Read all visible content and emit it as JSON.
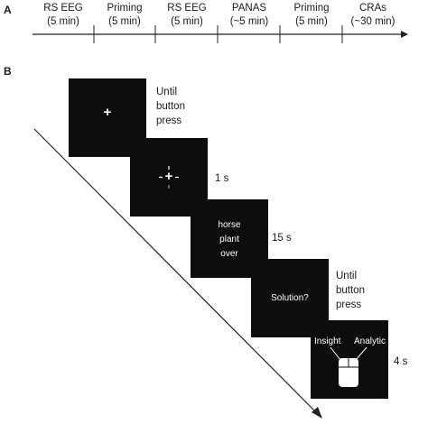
{
  "panel_a": {
    "label": "A",
    "segments": [
      {
        "line1": "RS EEG",
        "line2": "(5 min)"
      },
      {
        "line1": "Priming",
        "line2": "(5 min)"
      },
      {
        "line1": "RS EEG",
        "line2": "(5 min)"
      },
      {
        "line1": "PANAS",
        "line2": "(~5 min)"
      },
      {
        "line1": "Priming",
        "line2": "(5 min)"
      },
      {
        "line1": "CRAs",
        "line2": "(~30 min)"
      }
    ]
  },
  "panel_b": {
    "label": "B",
    "screens": [
      {
        "symbol": "+",
        "duration": [
          "Until",
          "button",
          "press"
        ]
      },
      {
        "symbol": "+",
        "duration": [
          "1 s"
        ]
      },
      {
        "words": [
          "horse",
          "plant",
          "over"
        ],
        "duration": [
          "15 s"
        ]
      },
      {
        "text": "Solution?",
        "duration": [
          "Until",
          "button",
          "press"
        ]
      },
      {
        "left_option": "Insight",
        "right_option": "Analytic",
        "duration": [
          "4 s"
        ]
      }
    ]
  }
}
